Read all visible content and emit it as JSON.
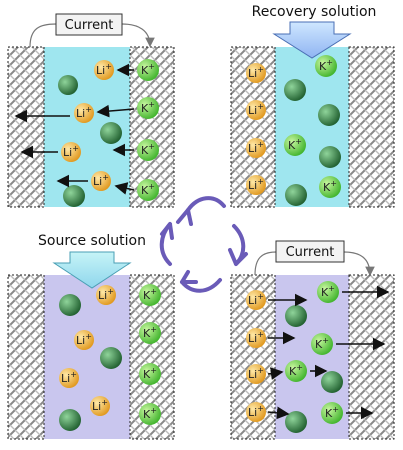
{
  "labels": {
    "current_top": "Current",
    "current_bottom": "Current",
    "recovery": "Recovery solution",
    "source": "Source solution"
  },
  "ions": {
    "li": "Li",
    "k": "K",
    "charge": "+"
  },
  "colors": {
    "recovery_bg": "#9fe6ef",
    "source_bg": "#c9c6ee",
    "li_ion": "#f2b33c",
    "k_ion": "#6ed44a",
    "neutral_sphere": "#3f8a4e",
    "cycle_arrow": "#6a5bb8",
    "electrode": "#666666"
  },
  "icons": {
    "cycle": "circular-arrows-icon",
    "flow": "down-arrow-icon"
  }
}
